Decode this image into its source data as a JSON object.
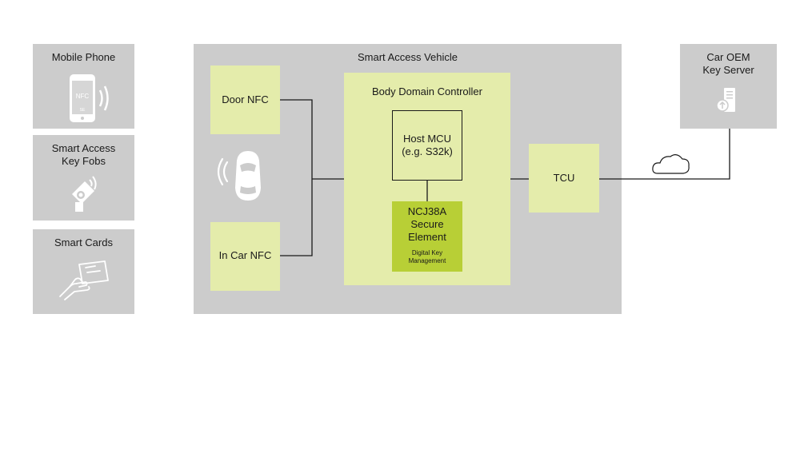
{
  "devices": {
    "mobile_phone": "Mobile Phone",
    "phone_nfc_text": "NFC",
    "phone_se_text": "SE",
    "key_fobs": "Smart Access\nKey Fobs",
    "smart_cards": "Smart Cards"
  },
  "vehicle": {
    "title": "Smart Access Vehicle",
    "door_nfc": "Door NFC",
    "in_car_nfc": "In Car NFC",
    "bdc_title": "Body Domain Controller",
    "host_mcu": "Host MCU\n(e.g. S32k)",
    "secure_element_title": "NCJ38A\nSecure\nElement",
    "secure_element_subtitle": "Digital Key\nManagement",
    "tcu": "TCU"
  },
  "server": {
    "title": "Car OEM\nKey Server"
  },
  "colors": {
    "gray_box": "#cccccc",
    "light_green": "#e4ecab",
    "dark_green": "#b8cf36",
    "line": "#1a1a1a",
    "icon_white": "#ffffff"
  }
}
